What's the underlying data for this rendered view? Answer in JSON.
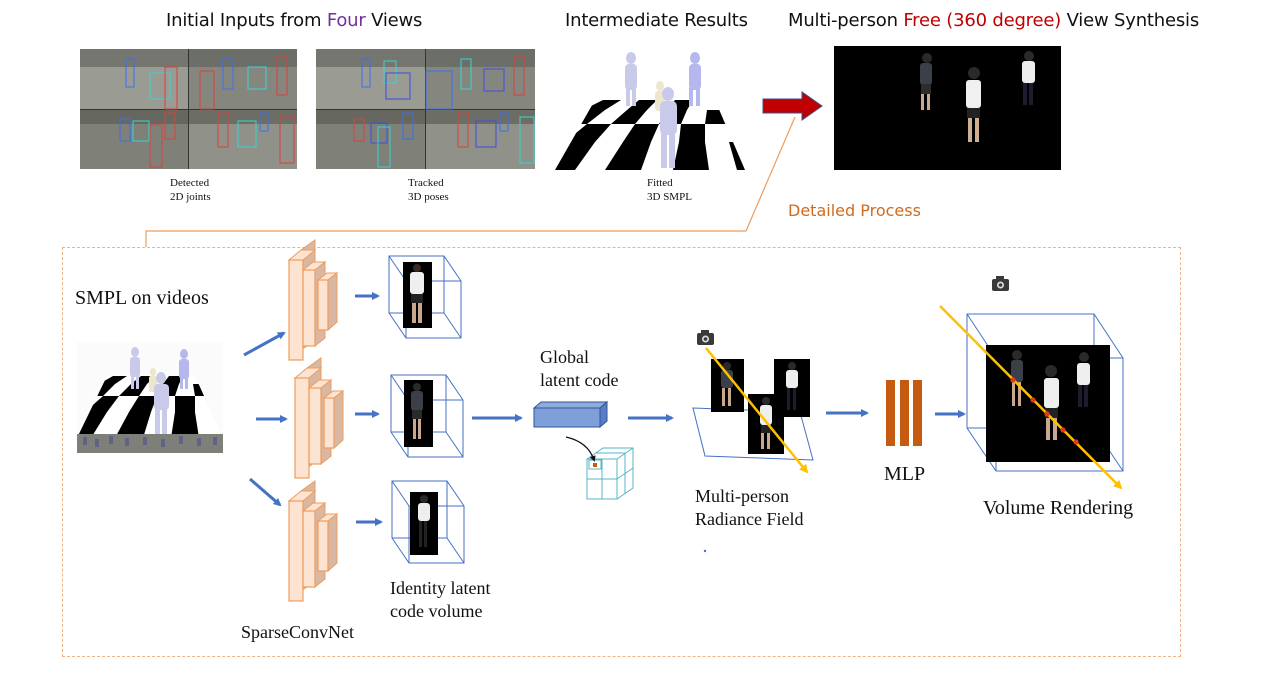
{
  "top_row": {
    "inputs_title": {
      "prefix": "Initial Inputs from ",
      "highlight": "Four",
      "suffix": " Views",
      "highlight_color": "#7030a0"
    },
    "intermediate_title": "Intermediate Results",
    "synthesis_title": {
      "prefix": "Multi-person ",
      "highlight": "Free (360 degree)",
      "suffix": " View Synthesis",
      "highlight_color": "#c00000"
    },
    "panels": [
      {
        "caption_line1": "Detected",
        "caption_line2": "2D joints"
      },
      {
        "caption_line1": "Tracked",
        "caption_line2": "3D poses"
      },
      {
        "caption_line1": "Fitted",
        "caption_line2": "3D SMPL"
      }
    ],
    "detailed_process_label": "Detailed Process",
    "detailed_process_color": "#d06a1e",
    "arrow_color": "#c00000"
  },
  "pipeline": {
    "smpl_label": "SMPL on videos",
    "sparseconvnet_label": "SparseConvNet",
    "identity_label_line1": "Identity latent",
    "identity_label_line2": "code volume",
    "global_label_line1": "Global",
    "global_label_line2": "latent code",
    "radiance_label_line1": "Multi-person",
    "radiance_label_line2": "Radiance Field",
    "mlp_label": "MLP",
    "volume_rendering_label": "Volume Rendering",
    "colors": {
      "arrow_blue": "#4472c4",
      "conv_fill": "#fde3d1",
      "conv_stroke": "#ed9c5c",
      "mlp_orange": "#c55a11",
      "ray_yellow": "#ffc000",
      "box_border": "#f4b183"
    }
  }
}
